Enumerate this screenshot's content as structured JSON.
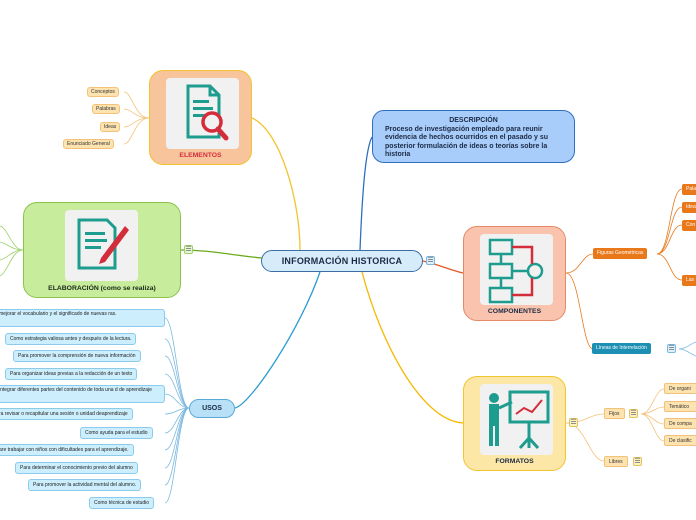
{
  "central": {
    "label": "INFORMACIÓN HISTORICA"
  },
  "descripcion": {
    "title": "DESCRIPCIÓN",
    "body": "Proceso de investigación empleado para reunir evidencia de hechos ocurridos en el pasado y su posterior formulación de ideas o teorías sobre la historia"
  },
  "elementos": {
    "label": "ELEMENTOS",
    "items": [
      "Conceptos",
      "Palabras",
      "Ideas",
      "Enunciado General"
    ]
  },
  "elaboracion": {
    "label": "ELABORACIÓN (como se realiza)"
  },
  "componentes": {
    "label": "COMPONENTES",
    "figuras": "Figuras Geométricas",
    "figuras_items": [
      "Pala",
      "Idea",
      "Con",
      "Las"
    ],
    "lineas": "Líneas de Interrelación"
  },
  "formatos": {
    "label": "FORMATOS",
    "fijos": "Fijos",
    "fijos_items": [
      "De organi",
      "Temático",
      "De compa",
      "De clasific"
    ],
    "libres": "Libres"
  },
  "usos": {
    "label": "USOS",
    "items": [
      "mejorar el vocabulario y el significado de nuevas ras.",
      "Como estrategia valiosa antes y después de la lectura.",
      "Para promover la comprensión de nueva información",
      "Para organizar ideas previas a la redacción de un texto",
      "integrar diferentes partes del contenido de toda una d de aprendizaje",
      "ra revisar o recapitular una sesión o unidad deaprendizaje",
      "Como ayuda para el estudio",
      "are trabajar con niños con dificultades para el aprendizaje.",
      "Para determinar el conocimiento previo del alumno",
      "Para promover la actividad mental del alumno.",
      "Como técnica de estudio"
    ]
  },
  "colors": {
    "central_border": "#3a6ea5",
    "elementos_link": "#f2c42f",
    "elaboracion_link": "#6aab1f",
    "componentes_link": "#e2582a",
    "formatos_link": "#f6b800",
    "usos_link": "#2a9bd3",
    "descripcion_link": "#2f6fc0"
  }
}
